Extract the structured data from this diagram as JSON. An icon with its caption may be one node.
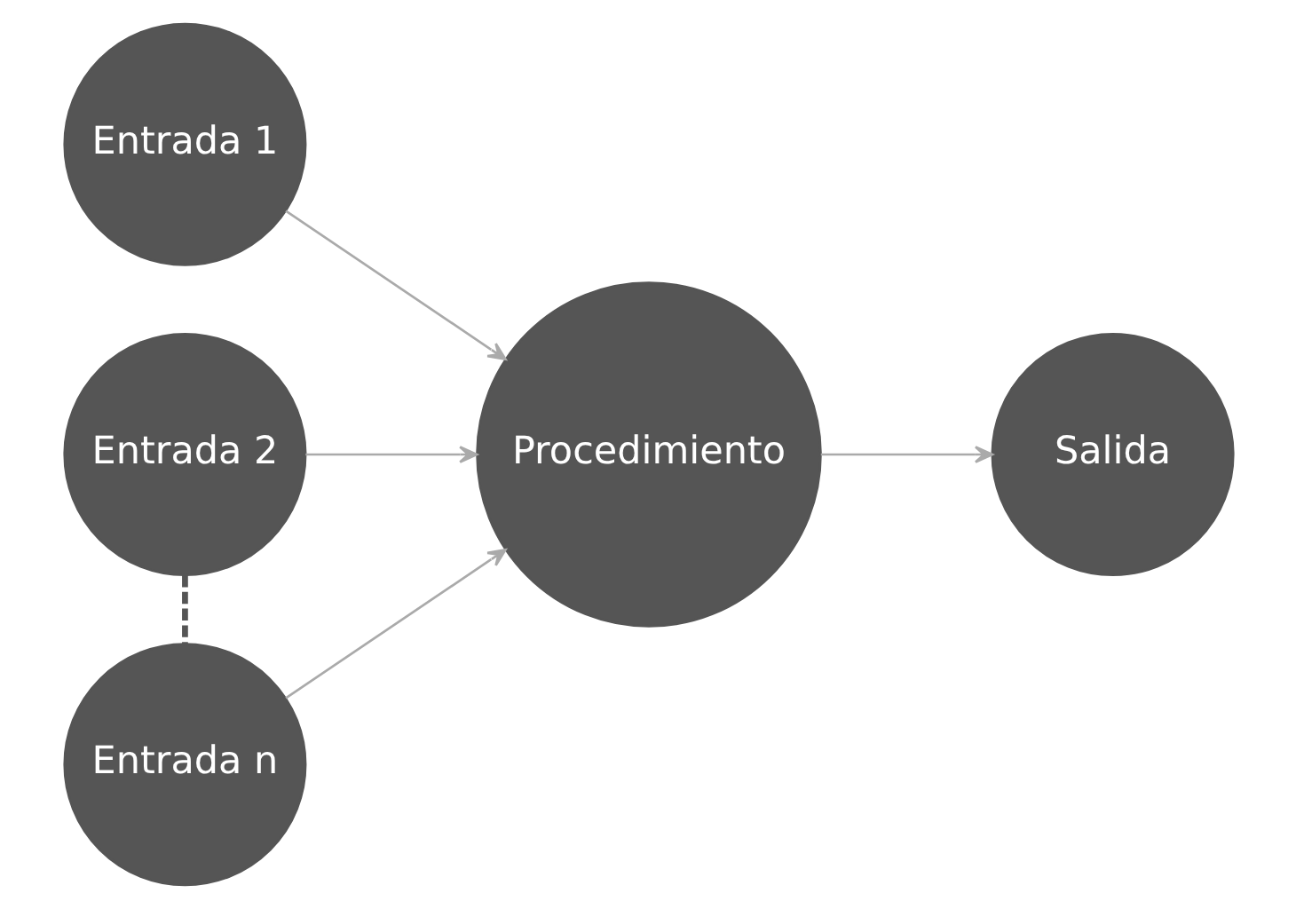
{
  "diagram": {
    "nodes": [
      {
        "text": [
          "Entrada 1"
        ]
      },
      {
        "text": [
          "Entrada 2"
        ]
      },
      {
        "text": [
          "Entrada n"
        ]
      },
      {
        "text": [
          "Procedimiento"
        ]
      },
      {
        "text": [
          "Salida"
        ]
      }
    ],
    "edges": [
      {
        "from": 0,
        "to": 3,
        "arrow": "to"
      },
      {
        "from": 1,
        "to": 3,
        "arrow": "to"
      },
      {
        "from": 2,
        "to": 3,
        "arrow": "to"
      },
      {
        "from": 3,
        "to": 4,
        "arrow": "to"
      },
      {
        "from": 1,
        "to": 2,
        "arrow": "none",
        "style": "dashed",
        "color": "#555555"
      }
    ]
  }
}
